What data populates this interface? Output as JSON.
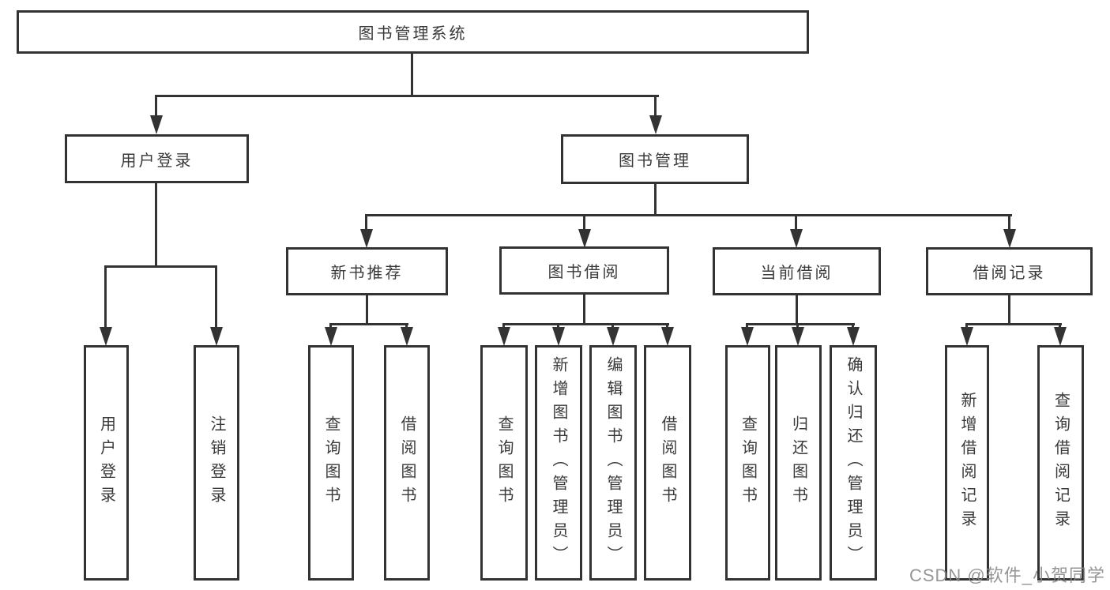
{
  "diagram": {
    "root": "图书管理系统",
    "branches": [
      {
        "label": "用户登录",
        "leaves": [
          "用户登录",
          "注销登录"
        ]
      },
      {
        "label": "图书管理",
        "groups": [
          {
            "label": "新书推荐",
            "leaves": [
              "查询图书",
              "借阅图书"
            ]
          },
          {
            "label": "图书借阅",
            "leaves": [
              "查询图书",
              "新增图书（管理员）",
              "编辑图书（管理员）",
              "借阅图书"
            ]
          },
          {
            "label": "当前借阅",
            "leaves": [
              "查询图书",
              "归还图书",
              "确认归还（管理员）"
            ]
          },
          {
            "label": "借阅记录",
            "leaves": [
              "新增借阅记录",
              "查询借阅记录"
            ]
          }
        ]
      }
    ]
  },
  "watermark": {
    "text": "CSDN @软件_小贺同学"
  },
  "colors": {
    "line": "#333333",
    "text": "#3a3a3a",
    "background": "#ffffff",
    "watermark": "#8f8f8f"
  }
}
